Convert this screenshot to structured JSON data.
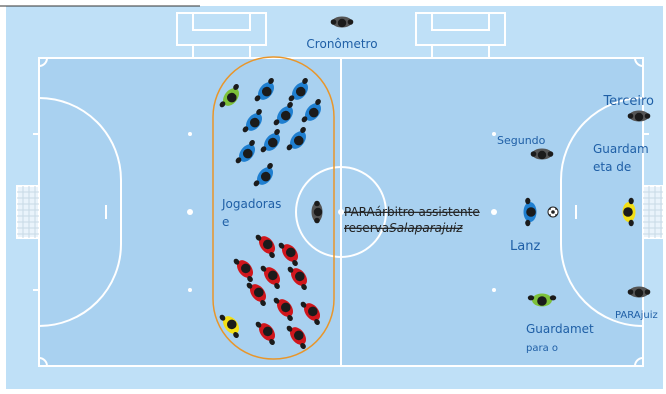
{
  "labels": {
    "timekeeper": "Cronômetro",
    "third_referee": "Terceiro",
    "second_referee": "Segundo",
    "goalkeeper_right": "Guardam\neta de",
    "substitutes": "Jogadoras\ne",
    "assistant_line1": "PARAárbitro assistente",
    "assistant_line2a": "reserva",
    "assistant_line2b": "Salaparajuiz",
    "striker": "Lanz",
    "referee_corner": "PARAjuiz",
    "goalkeeper_bottom_1": "Guardamet",
    "goalkeeper_bottom_2": "para o"
  },
  "colors": {
    "outer_field": "#bfe0f7",
    "inner_field": "#a9d1f0",
    "lines": "#ffffff",
    "bench_zone": "#e8962b",
    "team_blue": "#1f7fd0",
    "team_red": "#d0161c",
    "goalkeeper_yellow": "#f3df16",
    "goalkeeper_green": "#7dc13a",
    "referee_grey": "#444444",
    "label_blue": "#1f5fa6",
    "label_dark": "#222222"
  },
  "icons": {
    "ball": "soccer-ball-icon",
    "player": "player-top-view-icon",
    "referee": "referee-top-view-icon"
  }
}
